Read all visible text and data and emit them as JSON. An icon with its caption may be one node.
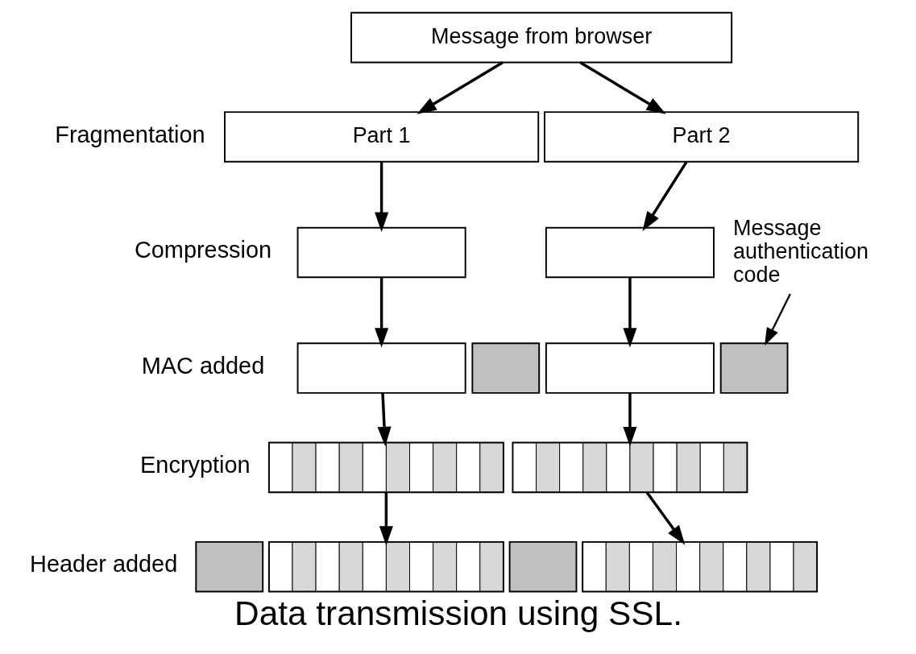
{
  "diagram": {
    "caption": "Data transmission using SSL.",
    "nodes": [
      {
        "text": [
          "Message from browser"
        ]
      },
      {
        "text": [
          "Part 1"
        ]
      },
      {
        "text": [
          "Part 2"
        ]
      },
      {
        "text": [],
        "shape": "box"
      },
      {
        "text": [],
        "shape": "box"
      },
      {
        "text": [],
        "shape": "box"
      },
      {
        "text": [],
        "shape": "box"
      },
      {
        "text": [],
        "shape": "box"
      },
      {
        "text": [],
        "shape": "box"
      },
      {
        "text": [],
        "shape": "box"
      },
      {
        "text": [],
        "shape": "box"
      },
      {
        "text": [],
        "shape": "box"
      },
      {
        "text": [],
        "shape": "box"
      },
      {
        "text": [],
        "shape": "box"
      },
      {
        "text": [],
        "shape": "box"
      },
      {
        "text": [
          "Message authentication code"
        ]
      }
    ],
    "edges": [
      {
        "from": 0,
        "to": 1,
        "arrow": "to"
      },
      {
        "from": 0,
        "to": 2,
        "arrow": "to"
      },
      {
        "from": 1,
        "to": 3,
        "arrow": "to"
      },
      {
        "from": 2,
        "to": 4,
        "arrow": "to"
      },
      {
        "from": 3,
        "to": 5,
        "arrow": "to"
      },
      {
        "from": 4,
        "to": 7,
        "arrow": "to"
      },
      {
        "from": 5,
        "to": 9,
        "arrow": "to"
      },
      {
        "from": 7,
        "to": 10,
        "arrow": "to"
      },
      {
        "from": 9,
        "to": 12,
        "arrow": "to"
      },
      {
        "from": 10,
        "to": 14,
        "arrow": "to"
      },
      {
        "from": 15,
        "to": 8,
        "arrow": "to"
      }
    ],
    "labels": [
      "Fragmentation",
      "Compression",
      "MAC added",
      "Encryption",
      "Header added"
    ]
  }
}
